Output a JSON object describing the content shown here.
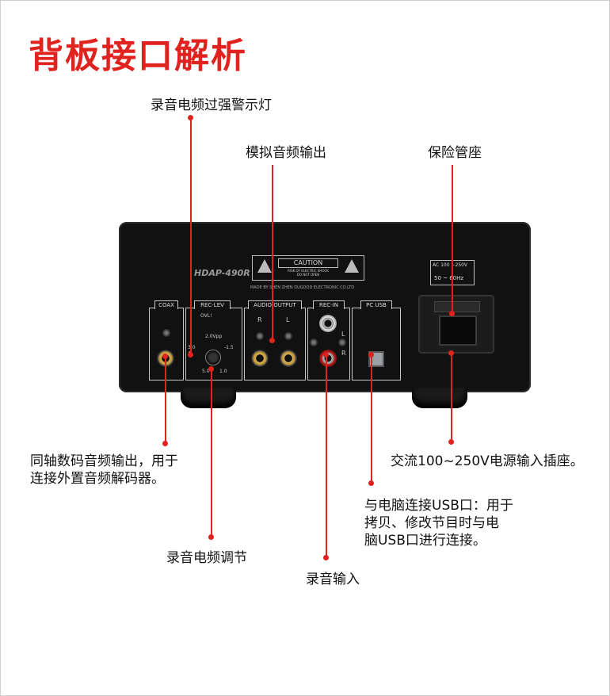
{
  "title": "背板接口解析",
  "callouts": {
    "record_overload_led": "录音电频过强警示灯",
    "analog_output": "模拟音频输出",
    "fuse_holder": "保险管座",
    "coax_line1": "同轴数码音频输出，用于",
    "coax_line2": "连接外置音频解码器。",
    "power_input": "交流100~250V电源输入插座。",
    "usb_line1": "与电脑连接USB口：用于",
    "usb_line2": "拷贝、修改节目时与电",
    "usb_line3": "脑USB口进行连接。",
    "record_level": "录音电频调节",
    "record_input": "录音输入"
  },
  "device": {
    "model": "HDAP-490R",
    "caution_title": "CAUTION",
    "caution_sub1": "RISK OF ELECTRIC SHOCK",
    "caution_sub2": "DO NOT OPEN",
    "made_by": "MADE BY SHEN ZHEN DUGOOD ELECTRONIC CO.LTD",
    "ac_range": "AC 100 ~250V",
    "ac_freq": "50 ~ 60Hz",
    "panels": {
      "coax": "COAX",
      "rec_lev": "REC-LEV",
      "audio_output": "AUDIO OUTPUT",
      "rec_in": "REC-IN",
      "pc_usb": "PC USB"
    },
    "ovl": "OVL!",
    "vpp": "2.0Vpp",
    "knob_left": "3.0",
    "knob_right": "-1.5",
    "knob_bl": "5.0",
    "knob_br": "1.0",
    "ch_r": "R",
    "ch_l": "L"
  },
  "colors": {
    "accent": "#e0231f",
    "device_body": "#111111"
  }
}
